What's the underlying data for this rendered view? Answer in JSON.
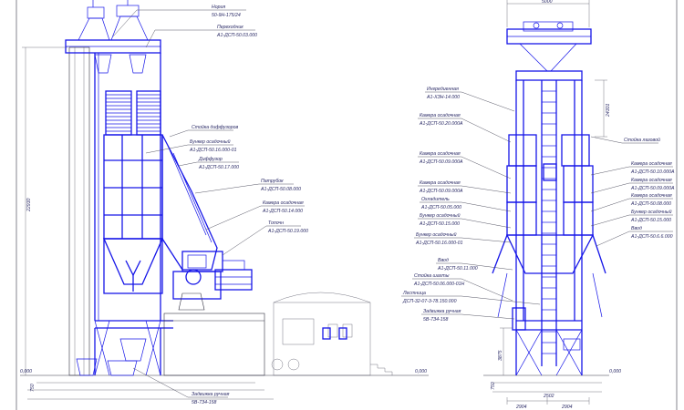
{
  "colors": {
    "structure": "#1616e8",
    "outline": "#333344",
    "text": "#2a2a66"
  },
  "left_view": {
    "callouts": [
      {
        "line1": "Нория",
        "line2": "50-9Н-175/24"
      },
      {
        "line1": "Переходник",
        "line2": "А1-ДСП-50.03.000"
      },
      {
        "line1": "Стойка диффузоров",
        "line2": ""
      },
      {
        "line1": "Бункер осадочный",
        "line2": "А1-ДСП-50.16.000-01"
      },
      {
        "line1": "Диффузор",
        "line2": "А1-ДСП-50.17.000"
      },
      {
        "line1": "Патрубок",
        "line2": "А1-ДСП-50.08.000"
      },
      {
        "line1": "Камера осадочная",
        "line2": "А1-ДСП-50.14.000"
      },
      {
        "line1": "Топочн",
        "line2": "А1-ДСП-50.19.000"
      },
      {
        "line1": "Задвижка ручная",
        "line2": "5В-7З4-158"
      }
    ],
    "dims": {
      "height": "22930",
      "zero_left": "0,000",
      "zero_right": "0,000",
      "pit": "750"
    }
  },
  "right_view": {
    "callouts_left": [
      {
        "line1": "Ингредиенная",
        "line2": "А1-ХЗН-14.000"
      },
      {
        "line1": "Камера осадочная",
        "line2": "А1-ДСП-50.20.000А"
      },
      {
        "line1": "Камера осадочная",
        "line2": "А1-ДСП-50.09.000А"
      },
      {
        "line1": "Камера осадочная",
        "line2": "А1-ДСП-50.09.000А"
      },
      {
        "line1": "Охладитель",
        "line2": "А1-ДСП-50.05.000"
      },
      {
        "line1": "Бункер осадочный",
        "line2": "А1-ДСП-50.15.000"
      },
      {
        "line1": "Бункер осадочный",
        "line2": "А1-ДСП-50.16.000-01"
      },
      {
        "line1": "Ввод",
        "line2": "А1-ДСП-50.11.000"
      },
      {
        "line1": "Стойка шахты",
        "line2": "А1-ДСП-50.06.000-01Н"
      },
      {
        "line1": "Лестница",
        "line2": "ДСП-32-07-3-78.150.000"
      },
      {
        "line1": "Задвижка ручная",
        "line2": "5В-7З4-158"
      }
    ],
    "callouts_right": [
      {
        "line1": "Стойка лазовой",
        "line2": ""
      },
      {
        "line1": "Камера осадочная",
        "line2": "А1-ДСП-50.10.000А"
      },
      {
        "line1": "Камера осадочная",
        "line2": "А1-ДСП-50.09.000А"
      },
      {
        "line1": "Камера осадочная",
        "line2": "А1-ДСП-50.08.000"
      },
      {
        "line1": "Бункер осадочный",
        "line2": "А1-ДСП-50.15.000"
      },
      {
        "line1": "Ввод",
        "line2": "А1-ДСП-50.6.6.000"
      }
    ],
    "dims": {
      "top": "5000",
      "right_upper": "24301",
      "left_lower": "3875",
      "zero": "0,000",
      "pit": "750",
      "bottom_mid": "2502",
      "bottom_left": "2904",
      "bottom_right": "2904"
    }
  }
}
